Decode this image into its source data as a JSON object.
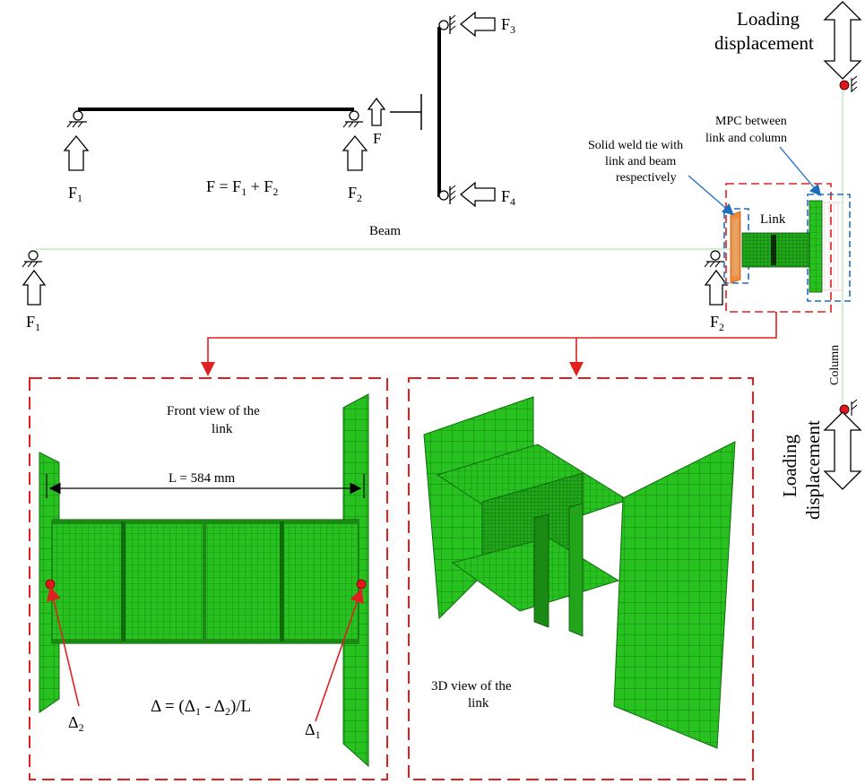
{
  "labels": {
    "f1_top": "F",
    "f1_top_sub": "1",
    "f2_top": "F",
    "f2_top_sub": "2",
    "f_top": "F",
    "f3": "F",
    "f3_sub": "3",
    "f4": "F",
    "f4_sub": "4",
    "equation_top": "F = F",
    "equation_top_sub1": "1",
    "equation_top_plus": " + F",
    "equation_top_sub2": "2",
    "beam": "Beam",
    "link": "Link",
    "column": "Column",
    "f1_bottom": "F",
    "f1_bottom_sub": "1",
    "f2_bottom": "F",
    "f2_bottom_sub": "2",
    "loading_top_1": "Loading",
    "loading_top_2": "displacement",
    "loading_bottom_1": "Loading",
    "loading_bottom_2": "displacement",
    "mpc_1": "MPC between",
    "mpc_2": "link and column",
    "weld_1": "Solid weld tie with",
    "weld_2": "link and beam",
    "weld_3": "respectively",
    "front_1": "Front view of the",
    "front_2": "link",
    "length": "L = 584 mm",
    "delta_eq_a": "Δ = (Δ",
    "delta_eq_sub1": "1",
    "delta_eq_b": " - Δ",
    "delta_eq_sub2": "2",
    "delta_eq_c": ")/L",
    "delta1": "Δ",
    "delta1_sub": "1",
    "delta2": "Δ",
    "delta2_sub": "2",
    "view3d_1": "3D view of the",
    "view3d_2": "link"
  },
  "colors": {
    "mesh_green": "#27c21f",
    "mesh_dark": "#0f6b0c",
    "dash_red": "#e02020",
    "dash_blue": "#1f6fbf",
    "point_red": "#e8141c",
    "line_light_green": "#b8e6b0",
    "weld_orange": "#f08a3c"
  }
}
